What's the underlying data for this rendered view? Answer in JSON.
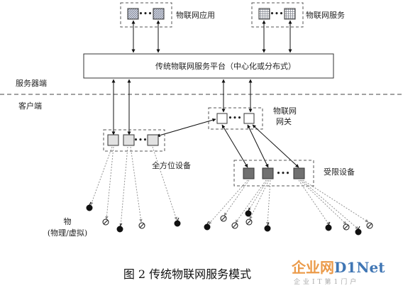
{
  "diagram": {
    "labels": {
      "iot_app": "物联网应用",
      "iot_service": "物联网服务",
      "platform": "传统物联网服务平台（中心化或分布式）",
      "server_side": "服务器端",
      "client_side": "客户端",
      "gateway_line1": "物联网",
      "gateway_line2": "网关",
      "full_device": "全方位设备",
      "limited_device": "受限设备",
      "things_line1": "物",
      "things_line2": "(物理/虚拟)",
      "ellipsis": "•••"
    },
    "caption": "图 2  传统物联网服务模式",
    "watermark": {
      "brand": "企业网D1Net",
      "tagline": "企业IT第1门户"
    }
  }
}
